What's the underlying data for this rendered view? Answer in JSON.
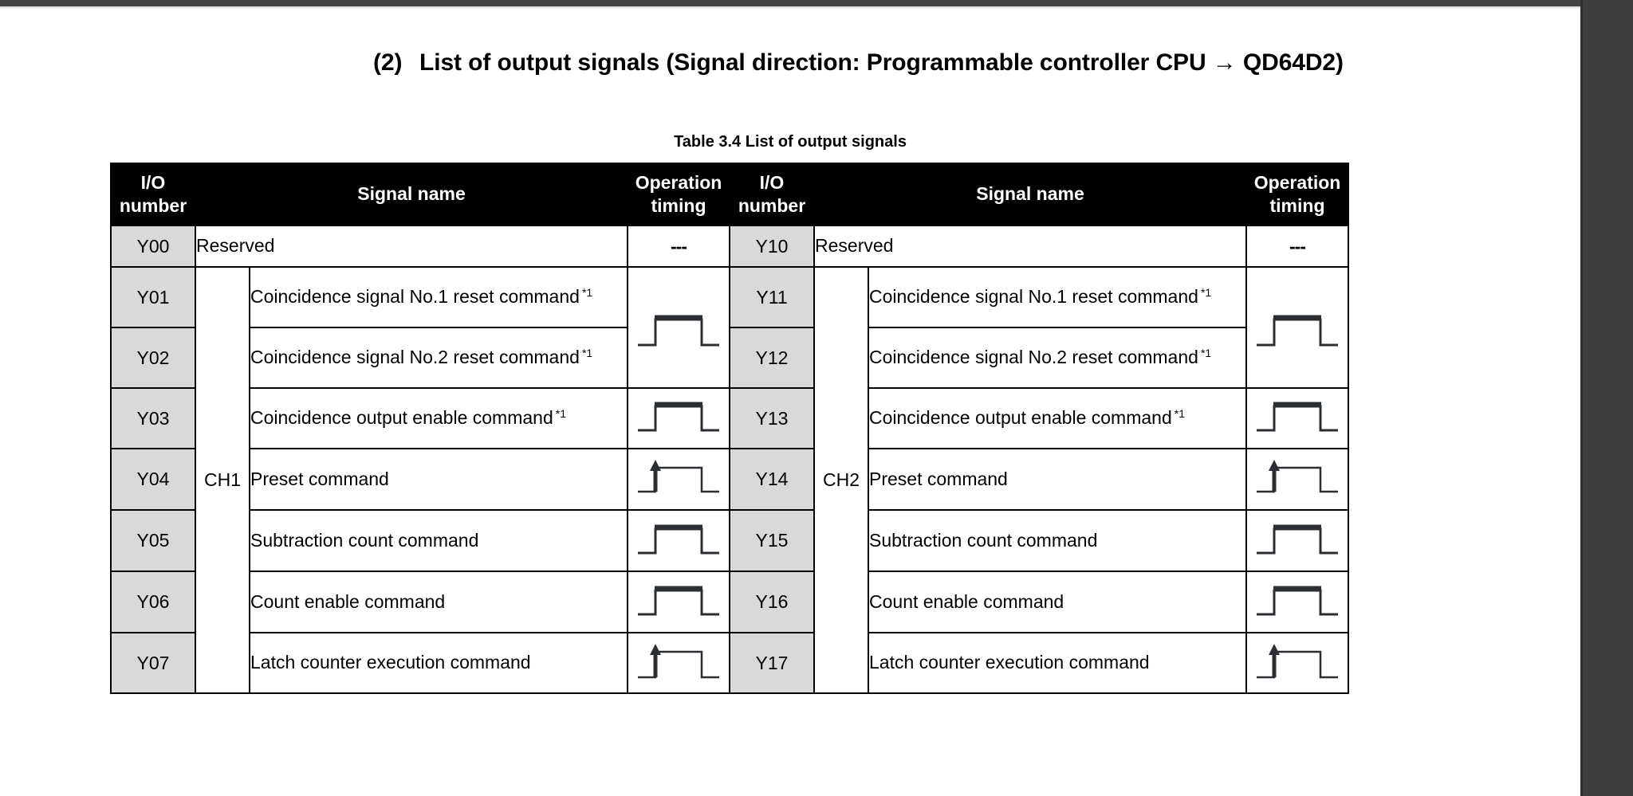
{
  "heading": {
    "number": "(2)",
    "text": "List of output signals (Signal direction: Programmable controller CPU → QD64D2)"
  },
  "table_caption": "Table 3.4 List of output signals",
  "table": {
    "headers": {
      "io_number_line1": "I/O",
      "io_number_line2": "number",
      "signal_name": "Signal name",
      "operation_timing_line1": "Operation",
      "operation_timing_line2": "timing"
    },
    "channel_left": "CH1",
    "channel_right": "CH2",
    "dash": "---",
    "superscript": "*1",
    "left": [
      {
        "io": "Y00",
        "name": "Reserved",
        "sup": "",
        "timing": "none"
      },
      {
        "io": "Y01",
        "name": "Coincidence signal No.1 reset command",
        "sup": "*1",
        "timing": "pulse-thick-shared"
      },
      {
        "io": "Y02",
        "name": "Coincidence signal No.2 reset command",
        "sup": "*1",
        "timing": "pulse-thick-shared"
      },
      {
        "io": "Y03",
        "name": "Coincidence output enable command",
        "sup": "*1",
        "timing": "pulse-thick"
      },
      {
        "io": "Y04",
        "name": "Preset command",
        "sup": "",
        "timing": "pulse-arrow"
      },
      {
        "io": "Y05",
        "name": "Subtraction count command",
        "sup": "",
        "timing": "pulse-thick"
      },
      {
        "io": "Y06",
        "name": "Count enable command",
        "sup": "",
        "timing": "pulse-thick"
      },
      {
        "io": "Y07",
        "name": "Latch counter execution command",
        "sup": "",
        "timing": "pulse-arrow"
      }
    ],
    "right": [
      {
        "io": "Y10",
        "name": "Reserved",
        "sup": "",
        "timing": "none"
      },
      {
        "io": "Y11",
        "name": "Coincidence signal No.1 reset command",
        "sup": "*1",
        "timing": "pulse-thick-shared"
      },
      {
        "io": "Y12",
        "name": "Coincidence signal No.2 reset command",
        "sup": "*1",
        "timing": "pulse-thick-shared"
      },
      {
        "io": "Y13",
        "name": "Coincidence output enable command",
        "sup": "*1",
        "timing": "pulse-thick"
      },
      {
        "io": "Y14",
        "name": "Preset command",
        "sup": "",
        "timing": "pulse-arrow"
      },
      {
        "io": "Y15",
        "name": "Subtraction count command",
        "sup": "",
        "timing": "pulse-thick"
      },
      {
        "io": "Y16",
        "name": "Count enable command",
        "sup": "",
        "timing": "pulse-thick"
      },
      {
        "io": "Y17",
        "name": "Latch counter execution command",
        "sup": "",
        "timing": "pulse-arrow"
      }
    ]
  },
  "colors": {
    "header_bg": "#000000",
    "header_fg": "#ffffff",
    "io_cell_bg": "#d9d9d9",
    "page_bg": "#ffffff",
    "gutter": "#3c3d3f",
    "waveform": "#2b2f33"
  }
}
